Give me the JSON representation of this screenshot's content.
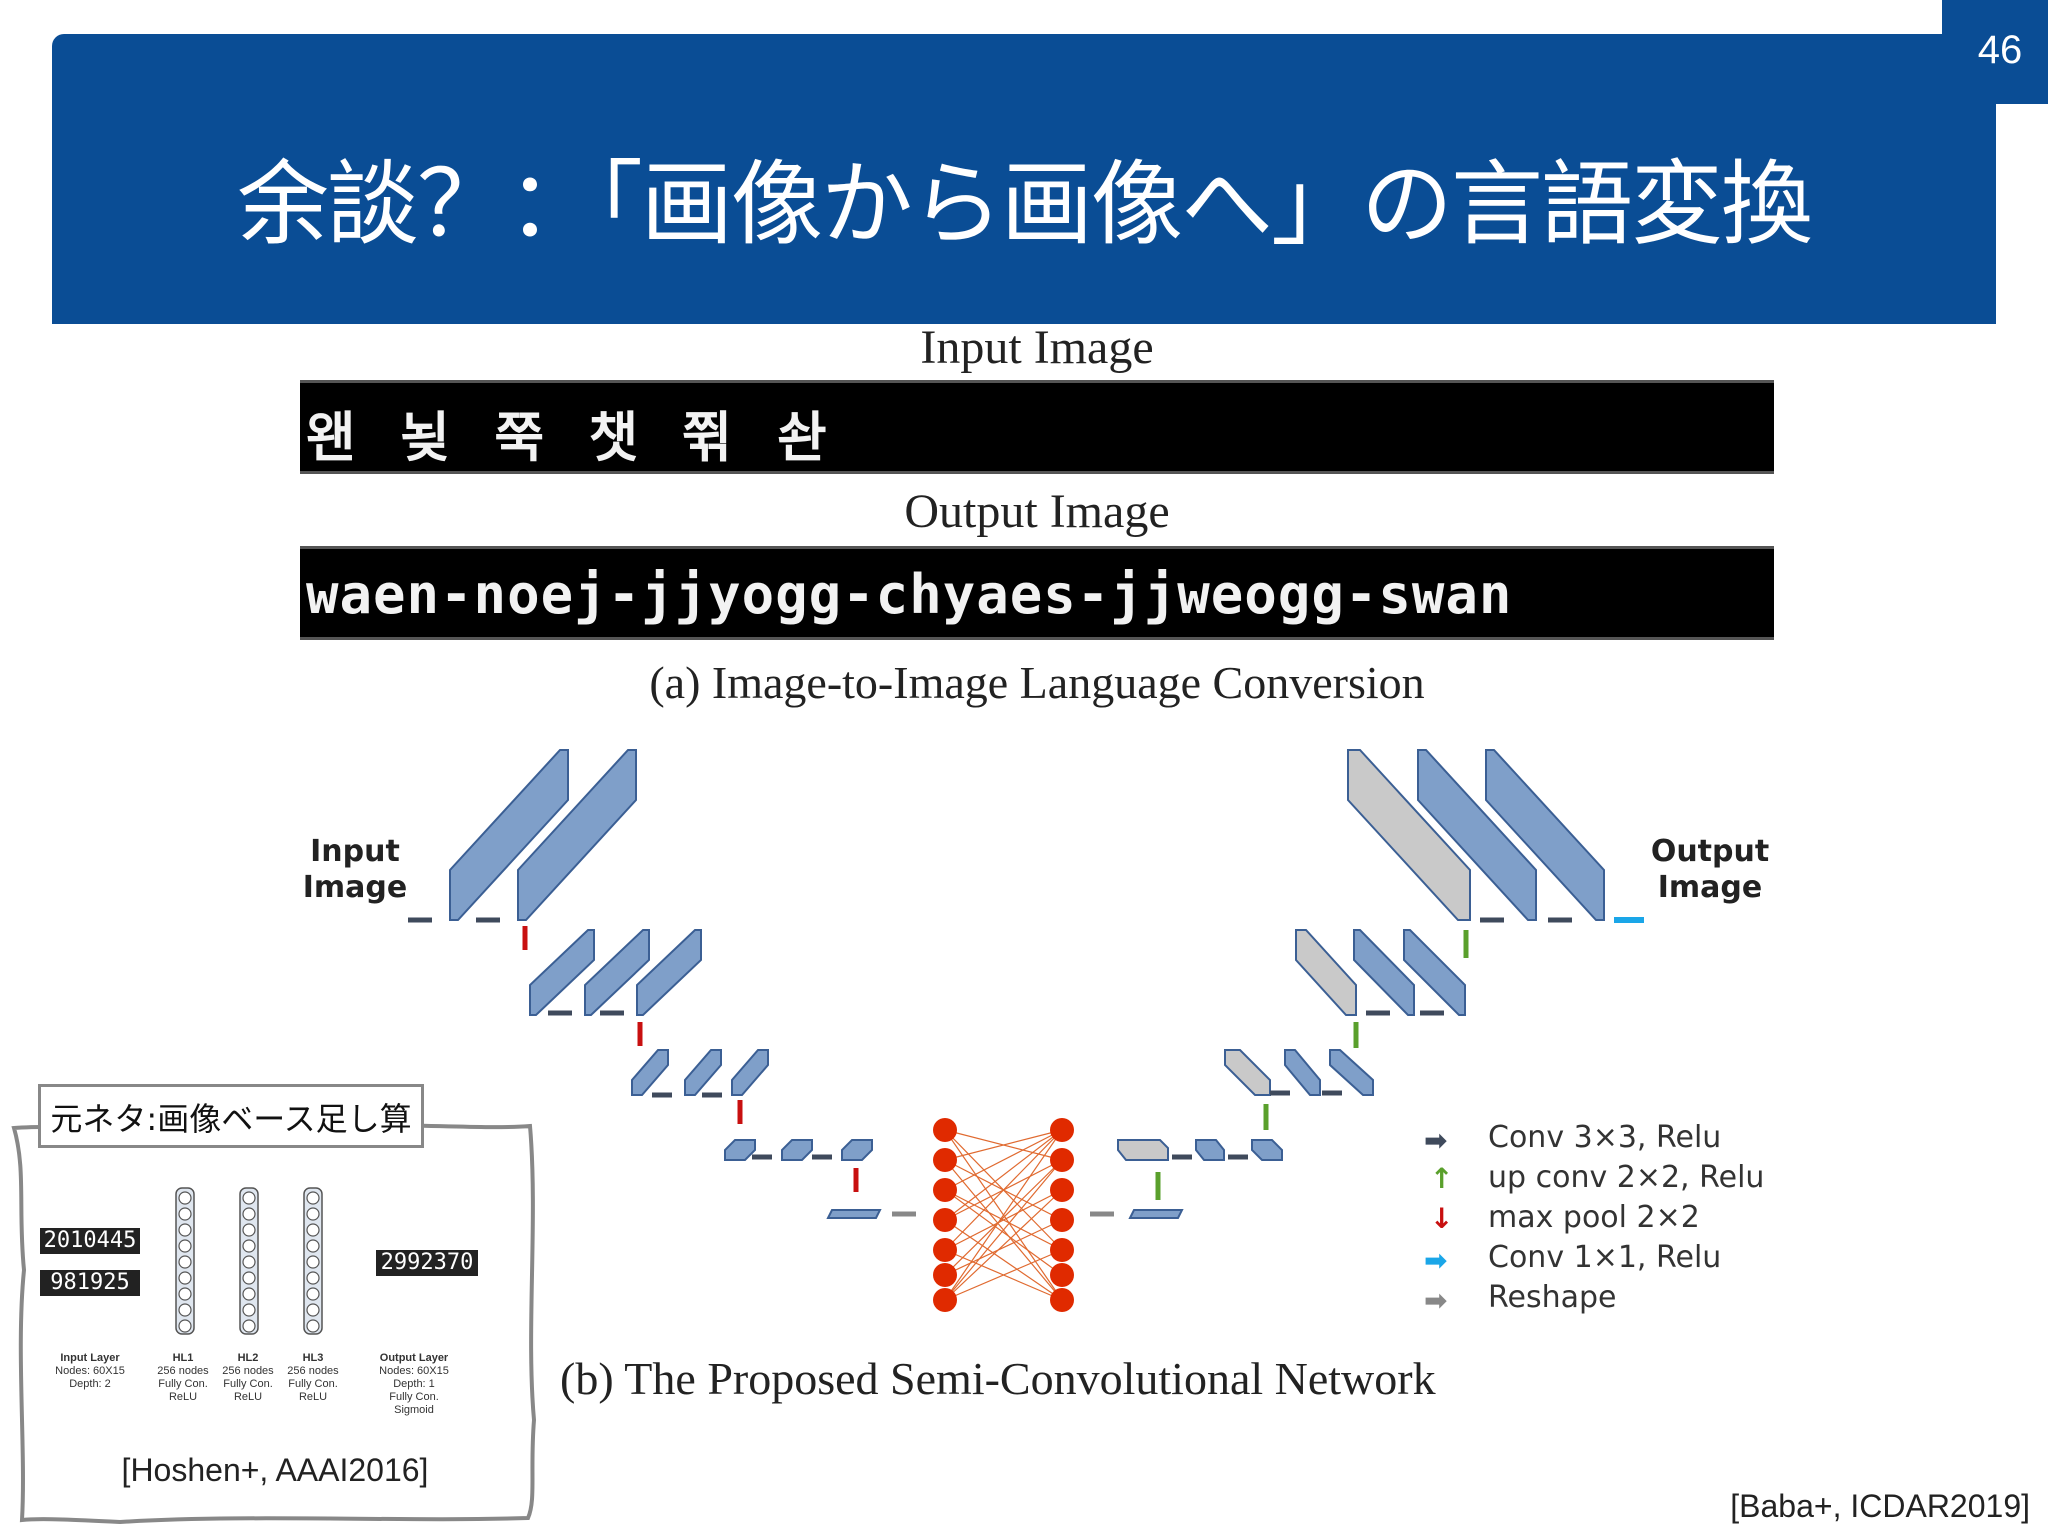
{
  "slide": {
    "page_number": "46",
    "title": "余談？：「画像から画像へ」の言語変換",
    "reference": "[Baba+, ICDAR2019]"
  },
  "figure": {
    "input_heading": "Input Image",
    "input_text": "왠 뇢 쭉 챗 쮞 솬",
    "output_heading": "Output Image",
    "output_text": "waen-noej-jjyogg-chyaes-jjweogg-swan",
    "caption_a": "(a) Image-to-Image Language Conversion",
    "network_input_label_1": "Input",
    "network_input_label_2": "Image",
    "network_output_label_1": "Output",
    "network_output_label_2": "Image",
    "caption_b": "(b) The Proposed Semi-Convolutional Network",
    "legend": [
      {
        "label": "Conv 3×3, Relu",
        "color": "#3f4a5c",
        "icon": "right-arrow-icon"
      },
      {
        "label": "up conv 2×2, Relu",
        "color": "#5aa02c",
        "icon": "up-arrow-icon"
      },
      {
        "label": "max pool 2×2",
        "color": "#c81010",
        "icon": "down-arrow-icon"
      },
      {
        "label": "Conv 1×1, Relu",
        "color": "#1aa6e8",
        "icon": "right-arrow-icon"
      },
      {
        "label": "Reshape",
        "color": "#888888",
        "icon": "right-arrow-icon"
      }
    ]
  },
  "inset": {
    "label": "元ネタ:画像ベース足し算",
    "input_numbers": [
      "2010445",
      "981925"
    ],
    "output_number": "2992370",
    "layers": [
      {
        "name": "Input Layer",
        "lines": [
          "Nodes: 60X15",
          "Depth: 2"
        ]
      },
      {
        "name": "HL1",
        "lines": [
          "256 nodes",
          "Fully Con.",
          "ReLU"
        ]
      },
      {
        "name": "HL2",
        "lines": [
          "256 nodes",
          "Fully Con.",
          "ReLU"
        ]
      },
      {
        "name": "HL3",
        "lines": [
          "256 nodes",
          "Fully Con.",
          "ReLU"
        ]
      },
      {
        "name": "Output Layer",
        "lines": [
          "Nodes: 60X15",
          "Depth: 1",
          "Fully Con.",
          "Sigmoid"
        ]
      }
    ],
    "reference": "[Hoshen+, AAAI2016]"
  },
  "colors": {
    "header_blue": "#0a4d95",
    "block_blue": "#7f9fc9",
    "block_gray": "#c9c9c9",
    "node_red": "#e02a00"
  }
}
